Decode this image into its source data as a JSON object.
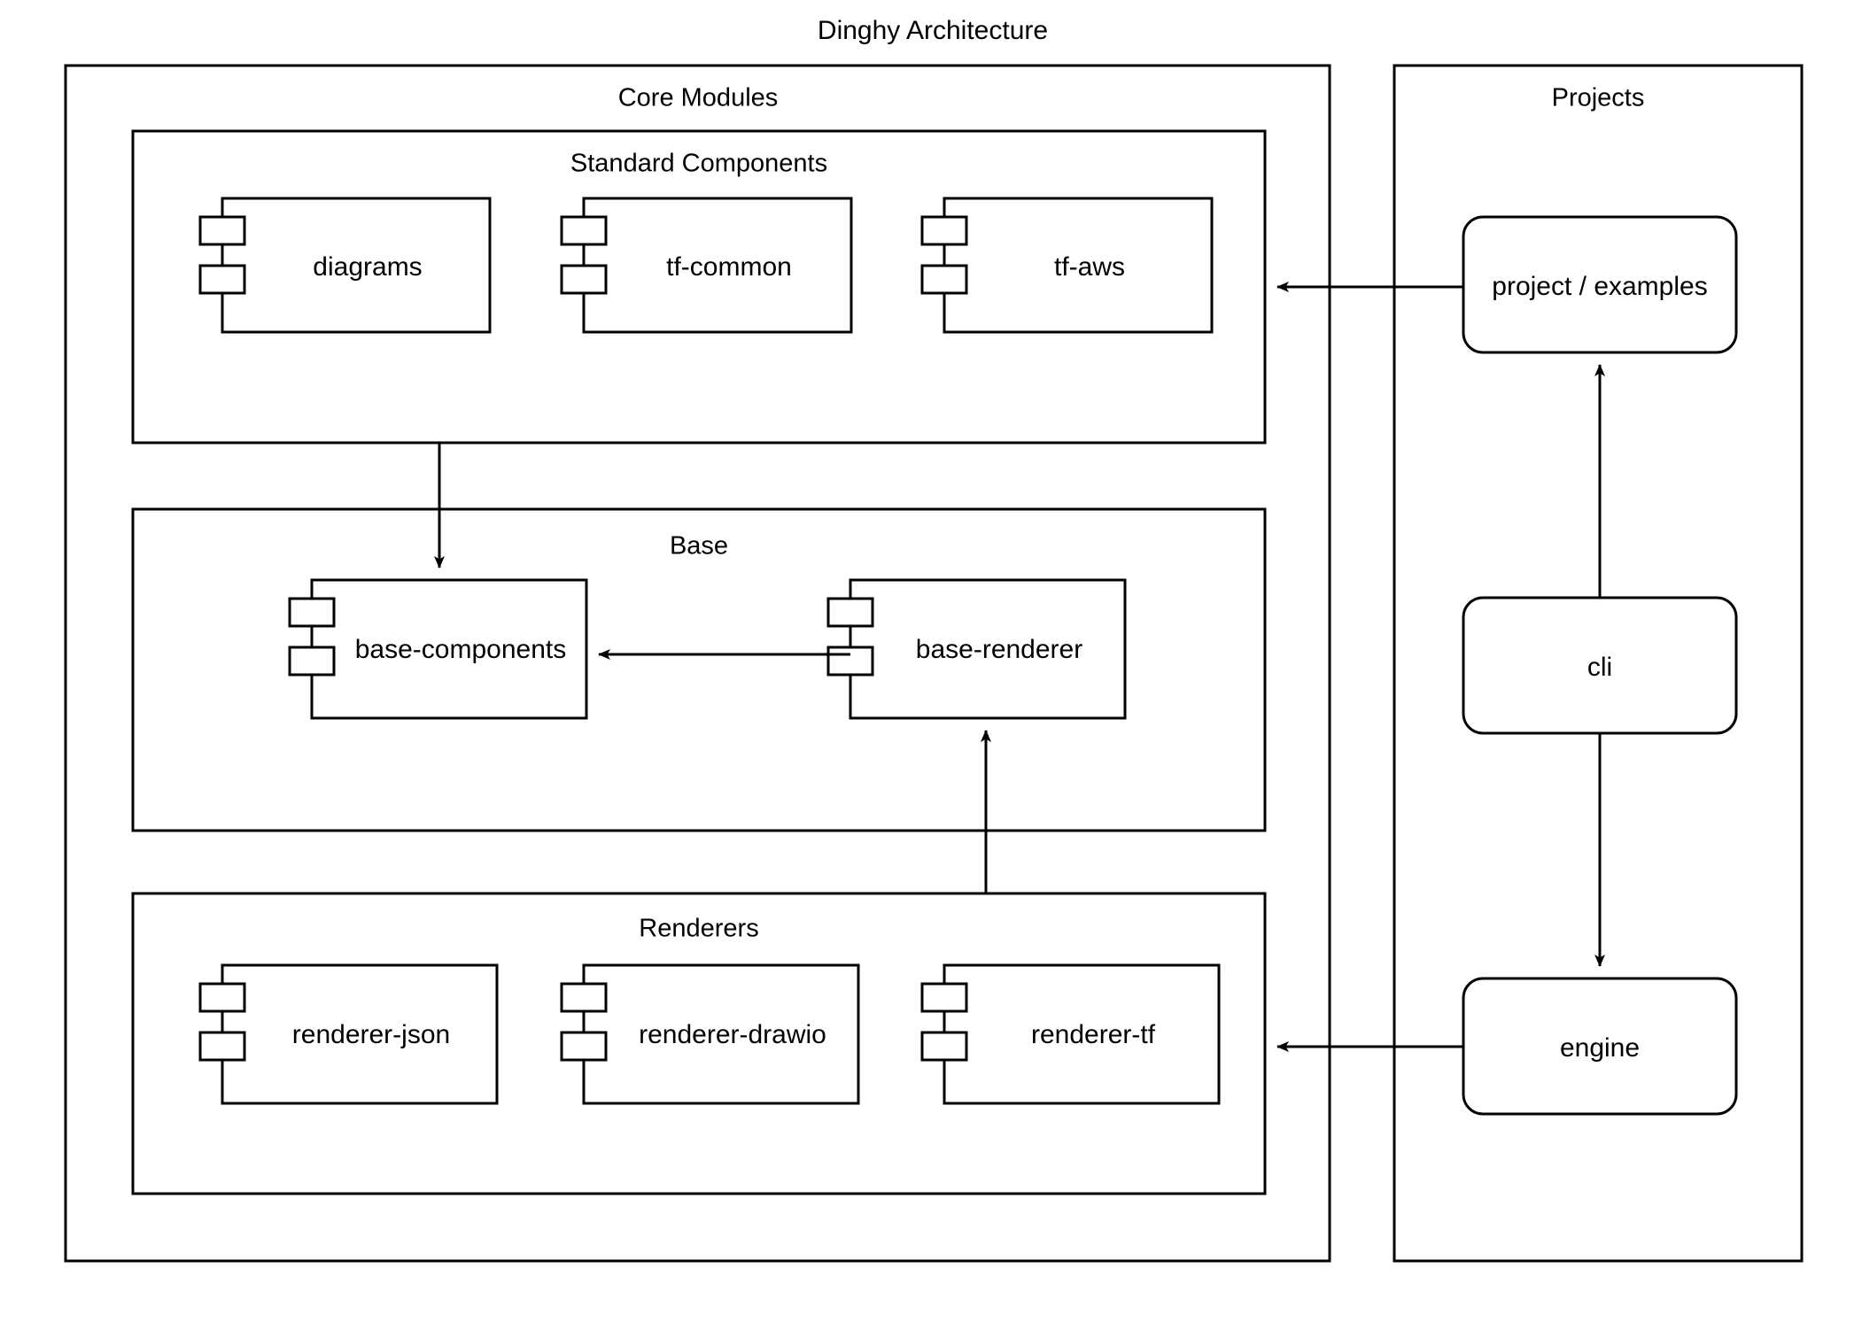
{
  "diagram": {
    "title": "Dinghy Architecture",
    "type": "uml-component-diagram",
    "background_color": "#ffffff",
    "line_color": "#000000",
    "fill_color": "#ffffff"
  },
  "groups": [
    {
      "id": "core-modules",
      "label": "Core Modules",
      "shape": "rectangle"
    },
    {
      "id": "standard-components",
      "label": "Standard Components",
      "shape": "rectangle"
    },
    {
      "id": "base",
      "label": "Base",
      "shape": "rectangle"
    },
    {
      "id": "renderers",
      "label": "Renderers",
      "shape": "rectangle"
    },
    {
      "id": "projects",
      "label": "Projects",
      "shape": "rectangle"
    }
  ],
  "components": [
    {
      "id": "diagrams",
      "label": "diagrams",
      "group": "standard-components",
      "shape": "uml-component"
    },
    {
      "id": "tf-common",
      "label": "tf-common",
      "group": "standard-components",
      "shape": "uml-component"
    },
    {
      "id": "tf-aws",
      "label": "tf-aws",
      "group": "standard-components",
      "shape": "uml-component"
    },
    {
      "id": "base-components",
      "label": "base-components",
      "group": "base",
      "shape": "uml-component"
    },
    {
      "id": "base-renderer",
      "label": "base-renderer",
      "group": "base",
      "shape": "uml-component"
    },
    {
      "id": "renderer-json",
      "label": "renderer-json",
      "group": "renderers",
      "shape": "uml-component"
    },
    {
      "id": "renderer-drawio",
      "label": "renderer-drawio",
      "group": "renderers",
      "shape": "uml-component"
    },
    {
      "id": "renderer-tf",
      "label": "renderer-tf",
      "group": "renderers",
      "shape": "uml-component"
    }
  ],
  "nodes": [
    {
      "id": "project-examples",
      "label": "project / examples",
      "group": "projects",
      "shape": "rounded-rectangle"
    },
    {
      "id": "cli",
      "label": "cli",
      "group": "projects",
      "shape": "rounded-rectangle"
    },
    {
      "id": "engine",
      "label": "engine",
      "group": "projects",
      "shape": "rounded-rectangle"
    }
  ],
  "edges": [
    {
      "id": "edge-examples-to-standard",
      "from": "project-examples",
      "to": "standard-components",
      "arrow": "left"
    },
    {
      "id": "edge-cli-to-examples",
      "from": "cli",
      "to": "project-examples",
      "arrow": "up"
    },
    {
      "id": "edge-cli-to-engine",
      "from": "cli",
      "to": "engine",
      "arrow": "down"
    },
    {
      "id": "edge-engine-to-renderers",
      "from": "engine",
      "to": "renderers",
      "arrow": "left"
    },
    {
      "id": "edge-standard-to-base-components",
      "from": "standard-components",
      "to": "base-components",
      "arrow": "down"
    },
    {
      "id": "edge-base-renderer-to-base-components",
      "from": "base-renderer",
      "to": "base-components",
      "arrow": "left"
    },
    {
      "id": "edge-renderers-to-base-renderer",
      "from": "renderers",
      "to": "base-renderer",
      "arrow": "up"
    }
  ]
}
